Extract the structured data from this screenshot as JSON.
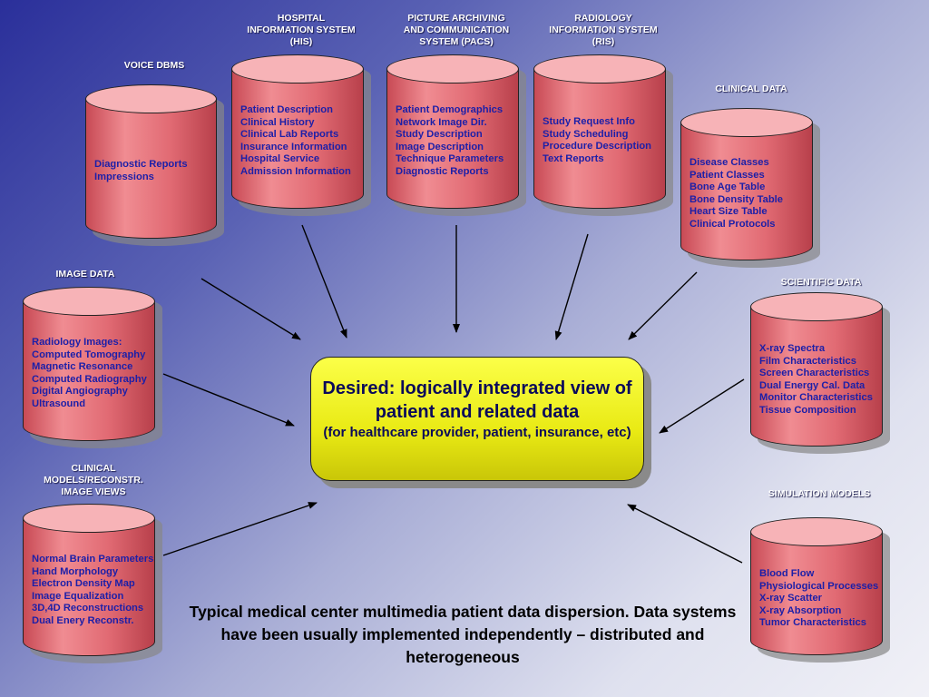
{
  "sources": [
    {
      "id": "voice",
      "label": "VOICE DBMS",
      "items": [
        "Diagnostic Reports",
        "Impressions"
      ]
    },
    {
      "id": "his",
      "label": "HOSPITAL\nINFORMATION SYSTEM\n(HIS)",
      "items": [
        "Patient Description",
        "Clinical History",
        "Clinical Lab Reports",
        "Insurance Information",
        "Hospital Service",
        "Admission Information"
      ]
    },
    {
      "id": "pacs",
      "label": "PICTURE ARCHIVING\nAND COMMUNICATION\nSYSTEM (PACS)",
      "items": [
        "Patient Demographics",
        "Network Image Dir.",
        "Study Description",
        "Image Description",
        "Technique Parameters",
        "Diagnostic Reports"
      ]
    },
    {
      "id": "ris",
      "label": "RADIOLOGY\nINFORMATION SYSTEM\n(RIS)",
      "items": [
        "Study Request Info",
        "Study Scheduling",
        "Procedure Description",
        "Text Reports"
      ]
    },
    {
      "id": "clinical",
      "label": "CLINICAL DATA",
      "items": [
        "Disease Classes",
        "Patient Classes",
        "Bone Age Table",
        "Bone Density Table",
        "Heart Size Table",
        "Clinical Protocols"
      ]
    },
    {
      "id": "image",
      "label": "IMAGE DATA",
      "items": [
        "Radiology Images:",
        "Computed Tomography",
        "Magnetic Resonance",
        "Computed Radiography",
        "Digital Angiography",
        "Ultrasound"
      ]
    },
    {
      "id": "scientific",
      "label": "SCIENTIFIC DATA",
      "items": [
        "X-ray Spectra",
        "Film Characteristics",
        "Screen Characteristics",
        "Dual Energy Cal. Data",
        "Monitor Characteristics",
        "Tissue Composition"
      ]
    },
    {
      "id": "models",
      "label": "CLINICAL\nMODELS/RECONSTR.\nIMAGE VIEWS",
      "items": [
        "Normal Brain Parameters",
        "Hand Morphology",
        "Electron Density Map",
        "Image Equalization",
        "3D,4D Reconstructions",
        "Dual Enery Reconstr."
      ]
    },
    {
      "id": "simulation",
      "label": "SIMULATION MODELS",
      "items": [
        "Blood Flow",
        "Physiological Processes",
        "X-ray Scatter",
        "X-ray Absorption",
        "Tumor Characteristics"
      ]
    }
  ],
  "center": {
    "main": "Desired: logically integrated view of patient and related data",
    "sub": "(for healthcare provider, patient, insurance, etc)"
  },
  "caption": "Typical medical center multimedia patient data dispersion. Data systems have been usually implemented independently – distributed and heterogeneous",
  "colors": {
    "cylinder": "#e16a73",
    "cylinder_top": "#f7b3b7",
    "item_text": "#1c1fa8",
    "center_box": "#e9ea14"
  }
}
